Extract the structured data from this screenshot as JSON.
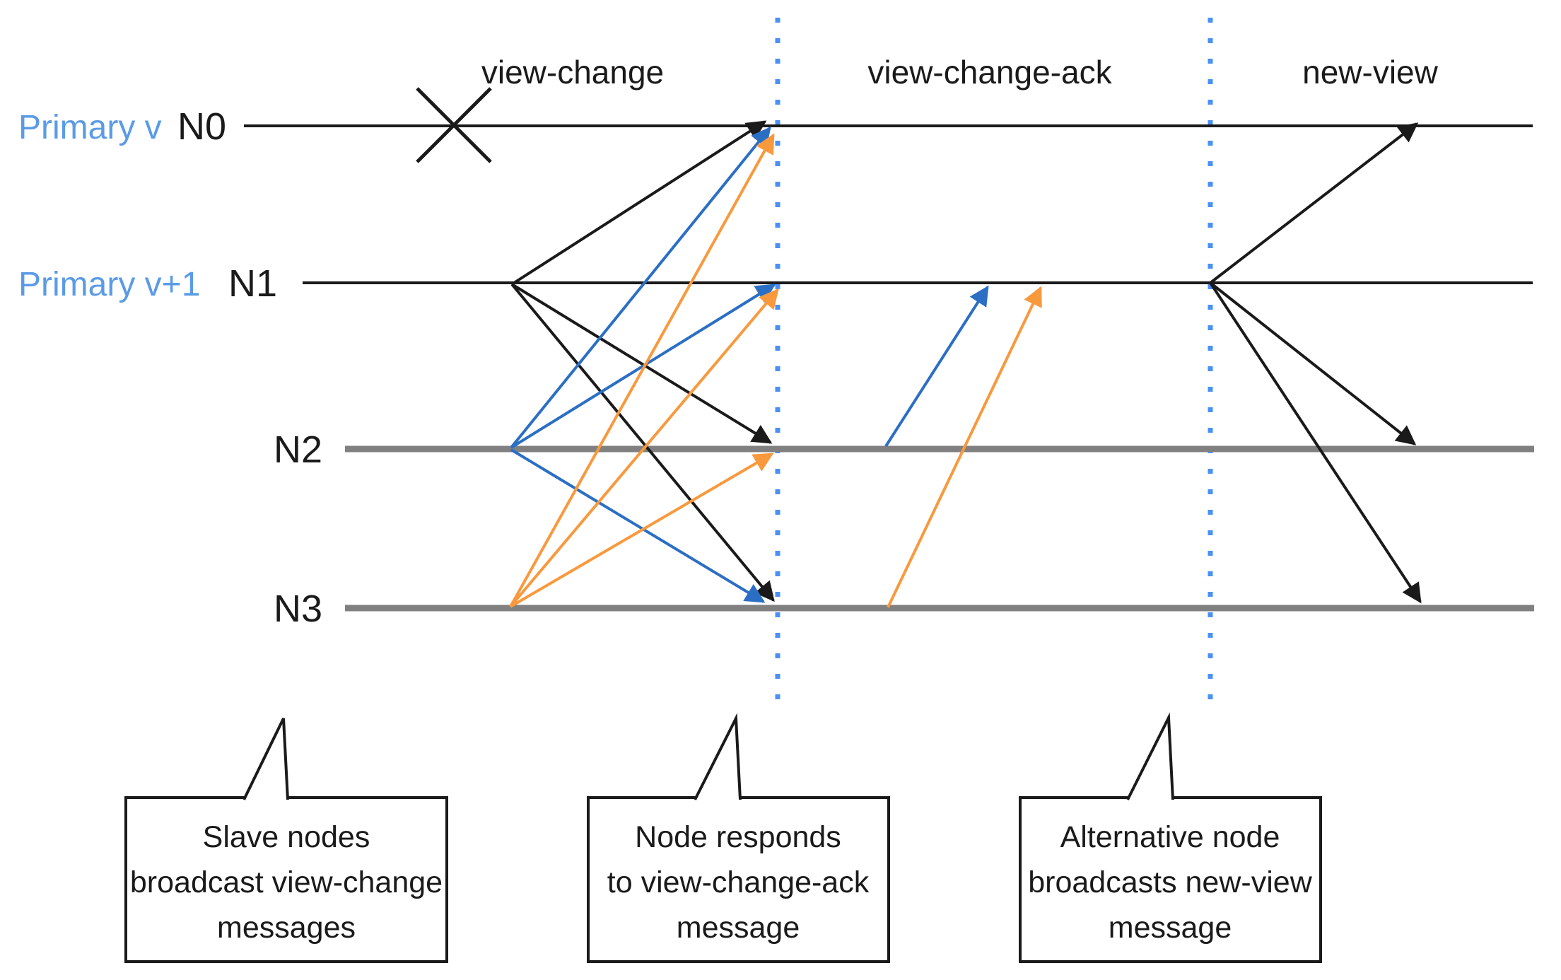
{
  "colors": {
    "arrow_black": "#1a1a1a",
    "arrow_blue": "#2b6fc4",
    "arrow_orange": "#f8993d",
    "timeline_black": "#1a1a1a",
    "timeline_gray": "#808080",
    "dotted_line_blue": "#4a90f5",
    "primary_label_blue": "#5b9be6",
    "text_black": "#1a1a1a",
    "callout_bg": "#ffffff"
  },
  "roles": {
    "primary_v": "Primary v",
    "primary_v_plus_1": "Primary v+1"
  },
  "nodes": {
    "n0": "N0",
    "n1": "N1",
    "n2": "N2",
    "n3": "N3"
  },
  "phases": {
    "view_change": "view-change",
    "view_change_ack": "view-change-ack",
    "new_view": "new-view"
  },
  "callouts": {
    "slave_broadcast": {
      "line1": "Slave nodes",
      "line2": "broadcast view-change",
      "line3": "messages"
    },
    "ack_respond": {
      "line1": "Node responds",
      "line2": "to view-change-ack",
      "line3": "message"
    },
    "new_view_broadcast": {
      "line1": "Alternative node",
      "line2": "broadcasts new-view",
      "line3": "message"
    }
  }
}
